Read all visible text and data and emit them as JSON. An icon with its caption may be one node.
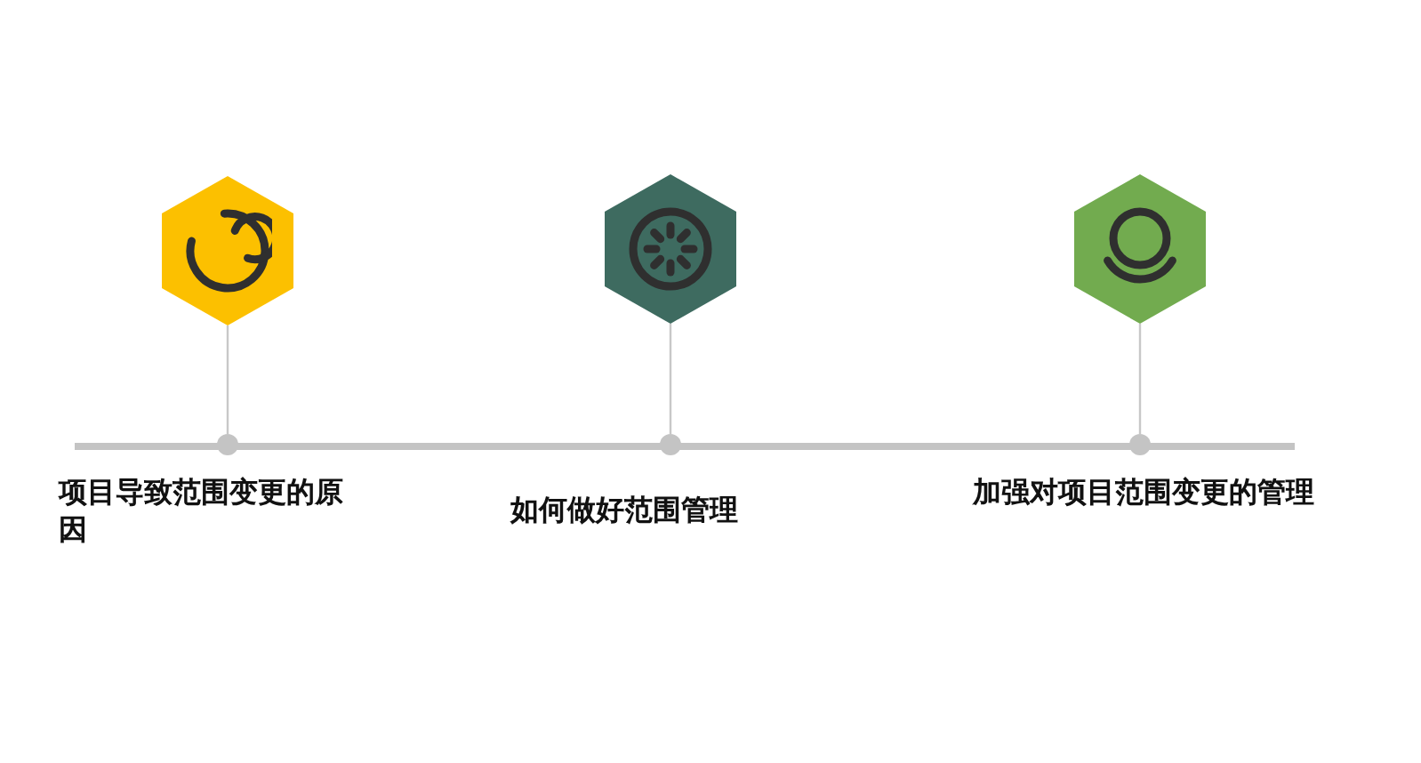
{
  "diagram": {
    "nodes": [
      {
        "text": [],
        "shape": "hexagon"
      },
      {
        "text": [],
        "shape": "circle",
        "beside": [
          "项目导致范围变更的原因"
        ]
      },
      {
        "text": [],
        "shape": "hexagon"
      },
      {
        "text": [],
        "shape": "circle",
        "beside": [
          "如何做好范围管理"
        ]
      },
      {
        "text": [],
        "shape": "hexagon"
      },
      {
        "text": [],
        "shape": "circle",
        "beside": [
          "加强对项目范围变更的管理"
        ]
      }
    ],
    "edges": [
      {
        "from": 0,
        "to": 1,
        "arrow": "none"
      },
      {
        "from": 2,
        "to": 3,
        "arrow": "none"
      },
      {
        "from": 4,
        "to": 5,
        "arrow": "none"
      }
    ]
  }
}
